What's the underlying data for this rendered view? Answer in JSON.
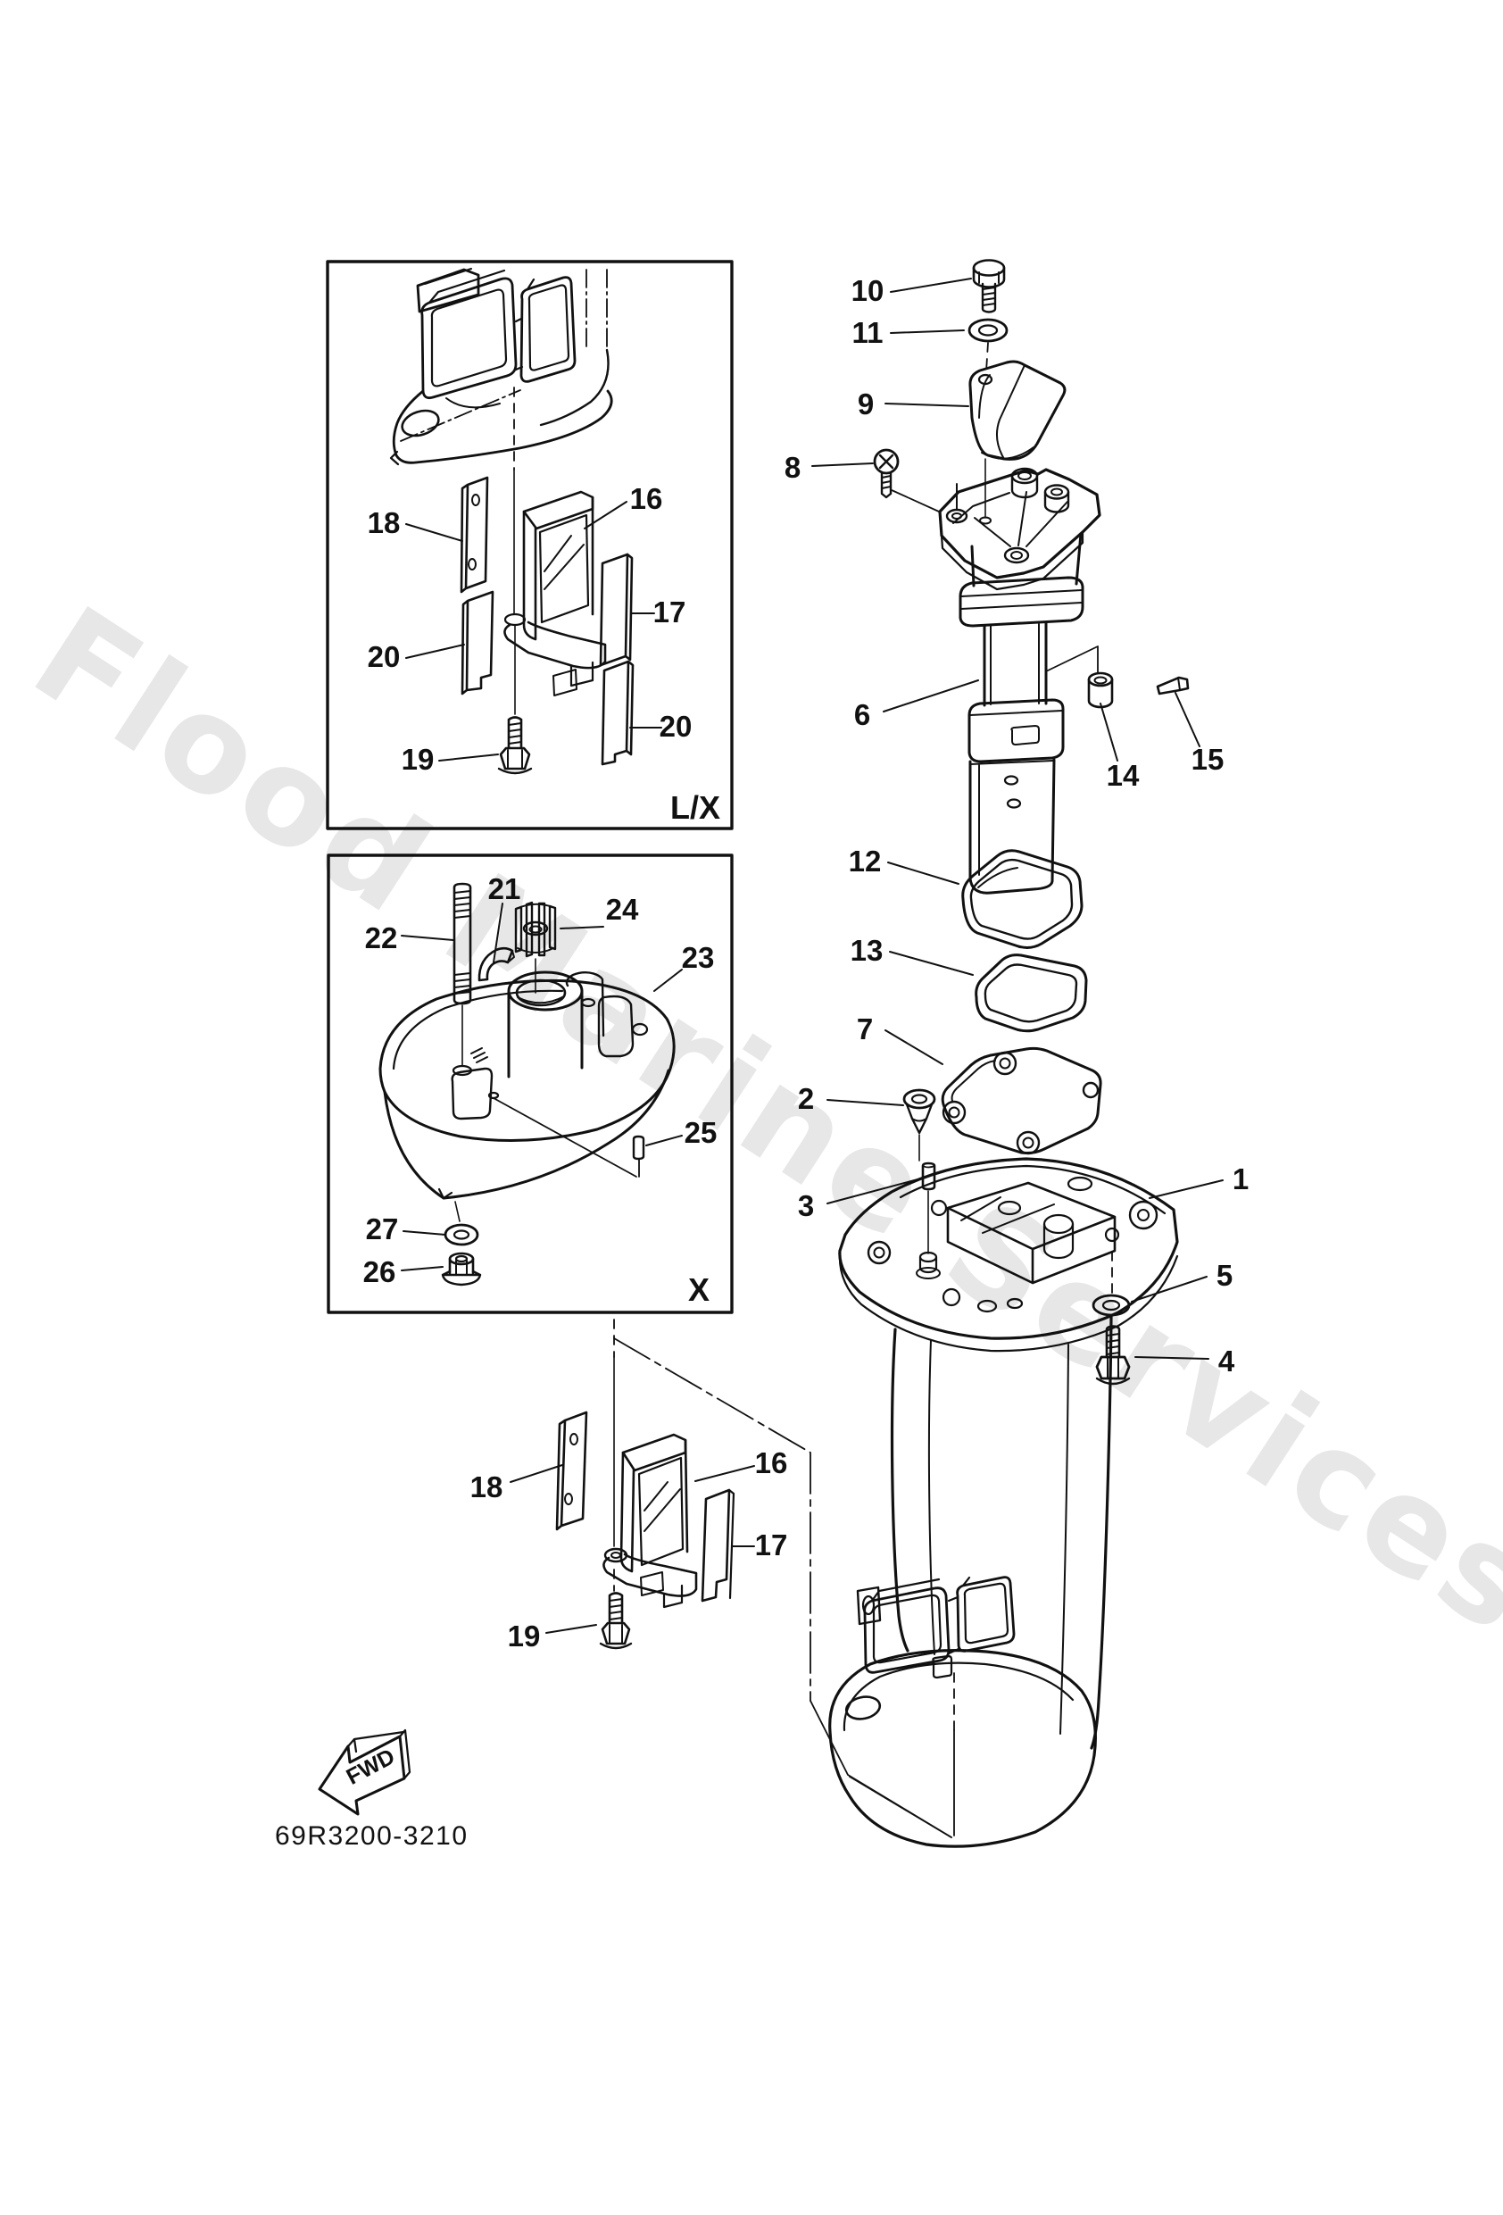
{
  "page": {
    "background": "#ffffff",
    "ink": "#111111"
  },
  "watermark": {
    "text": "Flood Marine Services",
    "color": "#e7e7e7"
  },
  "drawing_number": "69R3200-3210",
  "fwd_arrow": {
    "label": "FWD"
  },
  "main_view": {
    "callouts": {
      "c1": "1",
      "c2": "2",
      "c3": "3",
      "c4": "4",
      "c5": "5",
      "c6": "6",
      "c7": "7",
      "c8": "8",
      "c9": "9",
      "c10": "10",
      "c11": "11",
      "c12": "12",
      "c13": "13",
      "c14": "14",
      "c15": "15"
    }
  },
  "lx_inset": {
    "variant_label": "L/X",
    "callouts": {
      "c16": "16",
      "c17": "17",
      "c18": "18",
      "c19": "19",
      "c20_left": "20",
      "c20_right": "20"
    }
  },
  "x_inset": {
    "variant_label": "X",
    "callouts": {
      "c21": "21",
      "c22": "22",
      "c23": "23",
      "c24": "24",
      "c25": "25",
      "c26": "26",
      "c27": "27"
    }
  },
  "bottom_assembly": {
    "callouts": {
      "c16": "16",
      "c17": "17",
      "c18": "18",
      "c19": "19"
    }
  }
}
